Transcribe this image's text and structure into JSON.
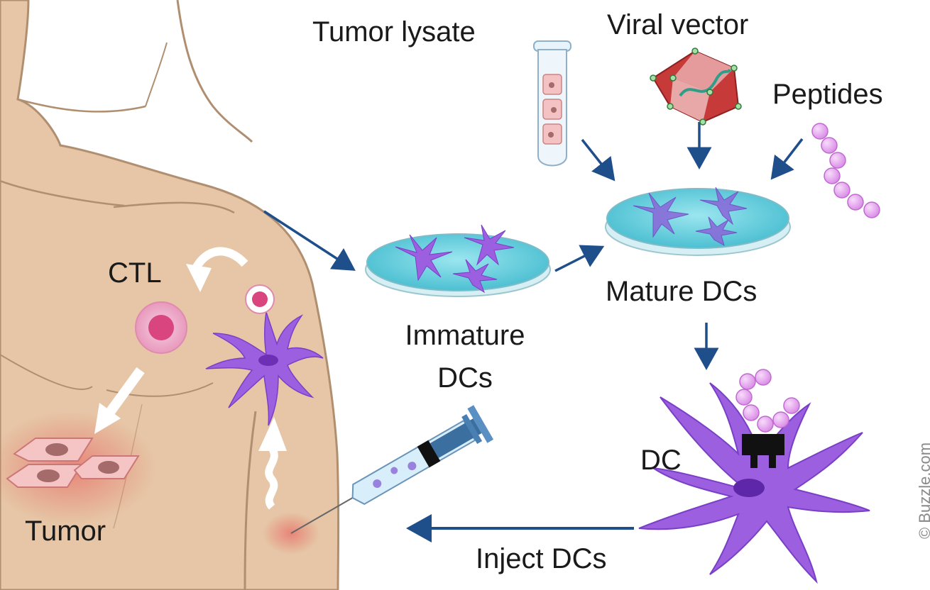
{
  "labels": {
    "tumor_lysate": "Tumor lysate",
    "viral_vector": "Viral vector",
    "peptides": "Peptides",
    "immature_dcs": "Immature\nDCs",
    "mature_dcs": "Mature DCs",
    "ctl": "CTL",
    "tumor": "Tumor",
    "dc": "DC",
    "inject_dcs": "Inject DCs"
  },
  "credit": "© Buzzle.com",
  "colors": {
    "skin": "#e6c6a6",
    "skin_outline": "#b08f70",
    "arrow_blue": "#1f4f8a",
    "dish_liquid": "#6fd2e0",
    "dc_purple": "#9c5fe0",
    "peptide_pink": "#e7a6ee",
    "ctl_pink": "#e26ea3",
    "tumor_pink": "#f0b6b6",
    "virus_red": "#c73a3a"
  },
  "icons": [
    "body-silhouette",
    "test-tube-icon",
    "virus-icon",
    "peptide-chain-icon",
    "petri-dish-icon",
    "dendritic-cell-icon",
    "ctl-cell-icon",
    "tumor-cells-icon",
    "syringe-icon"
  ]
}
